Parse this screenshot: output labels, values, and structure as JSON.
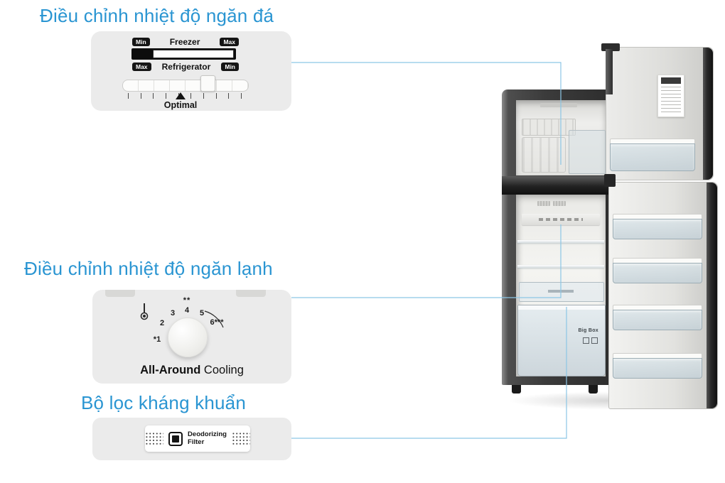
{
  "titles": {
    "freezer_temp": "Điều chỉnh nhiệt độ ngăn đá",
    "fridge_temp": "Điều chỉnh nhiệt độ ngăn lạnh",
    "filter": "Bộ lọc kháng khuẩn"
  },
  "freezer_control": {
    "top_left_badge": "Min",
    "top_label": "Freezer",
    "top_right_badge": "Max",
    "bottom_left_badge": "Max",
    "bottom_label": "Refrigerator",
    "bottom_right_badge": "Min",
    "optimal": "Optimal"
  },
  "dial_control": {
    "mark_1": "*1",
    "mark_2": "2",
    "mark_3": "3",
    "mark_4": "4",
    "mark_4_star": "**",
    "mark_5": "5",
    "mark_6": "6***",
    "caption_bold": "All-Around",
    "caption_rest": " Cooling"
  },
  "filter_badge": {
    "line1": "Deodorizing",
    "line2": "Filter"
  },
  "fridge": {
    "big_box": "Big Box"
  },
  "colors": {
    "title_blue": "#2a95d2",
    "connector_blue": "#8cc6e5",
    "panel_gray": "#ebebeb",
    "fridge_body_dark": "#333333"
  }
}
